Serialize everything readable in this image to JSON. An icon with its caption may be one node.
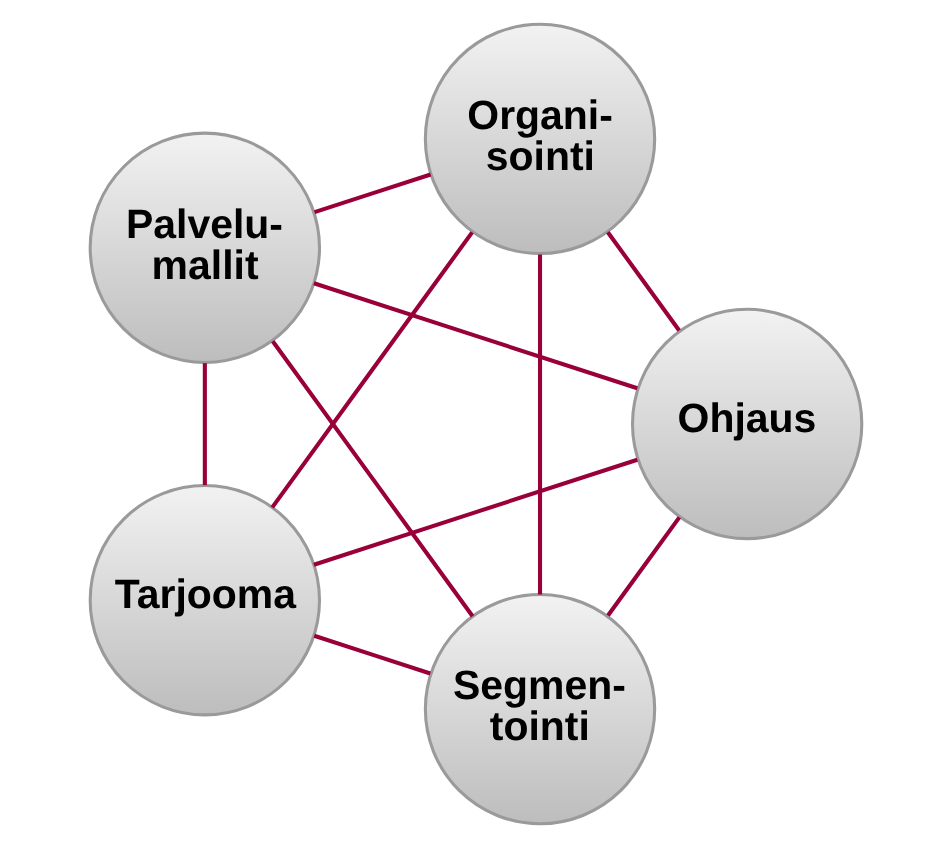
{
  "diagram": {
    "nodes": [
      {
        "text": [
          "Segmen- tointi"
        ]
      },
      {
        "text": [
          "Ohjaus"
        ]
      },
      {
        "text": [
          "Palvelu- mallit"
        ]
      },
      {
        "text": [
          "Organi- sointi"
        ]
      },
      {
        "text": [
          "Tarjooma"
        ]
      }
    ],
    "edges": [
      {
        "from": 0,
        "to": 2,
        "arrow": "none"
      },
      {
        "from": 2,
        "to": 4,
        "arrow": "none"
      },
      {
        "from": 4,
        "to": 3,
        "arrow": "none"
      },
      {
        "from": 3,
        "to": 1,
        "arrow": "none"
      },
      {
        "from": 1,
        "to": 0,
        "arrow": "none"
      },
      {
        "from": 0,
        "to": 4,
        "arrow": "none"
      },
      {
        "from": 0,
        "to": 3,
        "arrow": "none"
      },
      {
        "from": 2,
        "to": 3,
        "arrow": "none"
      },
      {
        "from": 2,
        "to": 1,
        "arrow": "none"
      },
      {
        "from": 4,
        "to": 1,
        "arrow": "none"
      }
    ]
  }
}
